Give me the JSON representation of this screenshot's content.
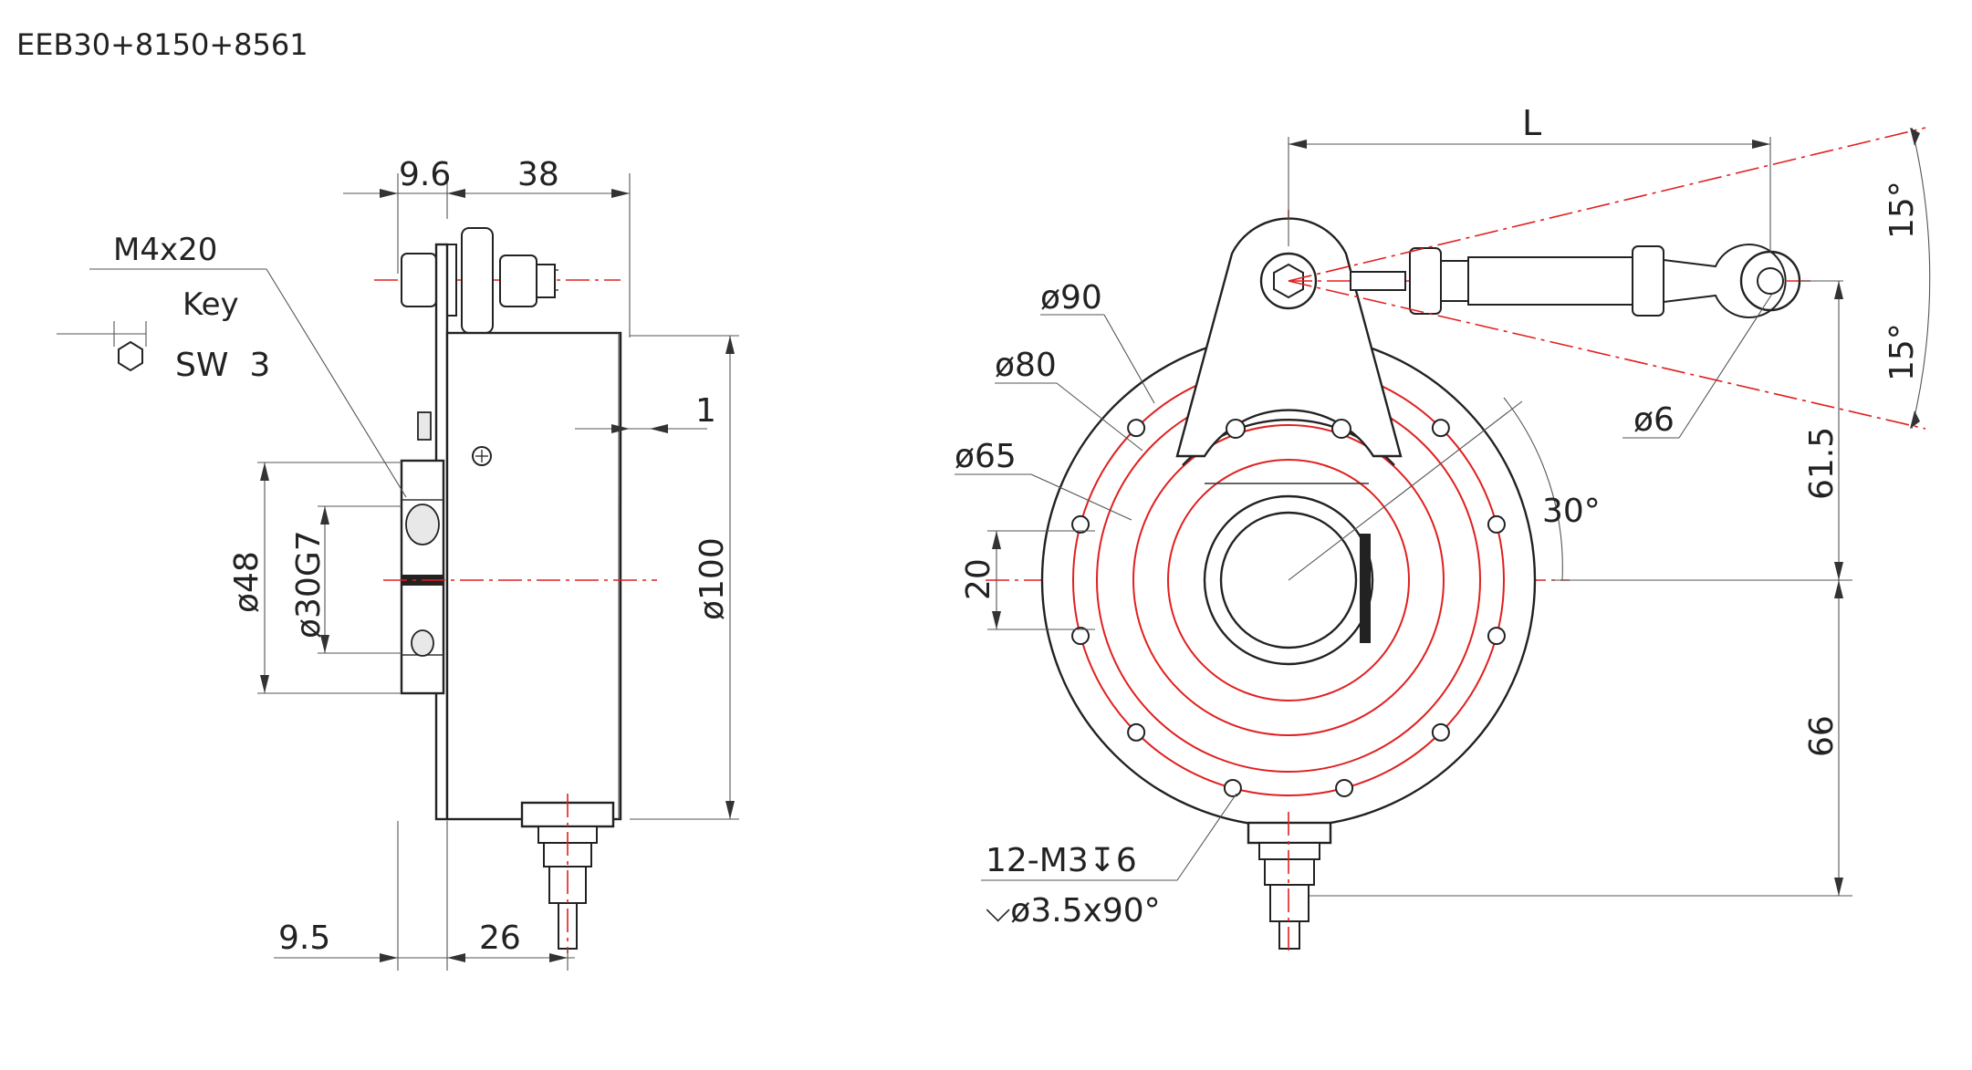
{
  "title": "EEB30+8150+8561",
  "side_view": {
    "dim_top_left": "9.6",
    "dim_top_right": "38",
    "dim_bottom_left": "9.5",
    "dim_bottom_right": "26",
    "dim_gap": "1",
    "dim_outer_dia": "ø100",
    "dim_flange_dia": "ø48",
    "dim_bore": "ø30G7",
    "screw_label": "M4x20",
    "key_label": "Key",
    "key_size": "SW  3"
  },
  "front_view": {
    "dim_L": "L",
    "dim_angle_upper": "15°",
    "dim_angle_lower": "15°",
    "dim_ball": "ø6",
    "dim_90": "ø90",
    "dim_80": "ø80",
    "dim_65": "ø65",
    "dim_20": "20",
    "dim_30deg": "30°",
    "dim_615": "61.5",
    "dim_66": "66",
    "hole_spec_line1": "12-M3↧6",
    "hole_spec_line2": "⌵ø3.5x90°"
  },
  "colors": {
    "centerline": "#e02020",
    "outline": "#222222",
    "dimension": "#555555"
  }
}
